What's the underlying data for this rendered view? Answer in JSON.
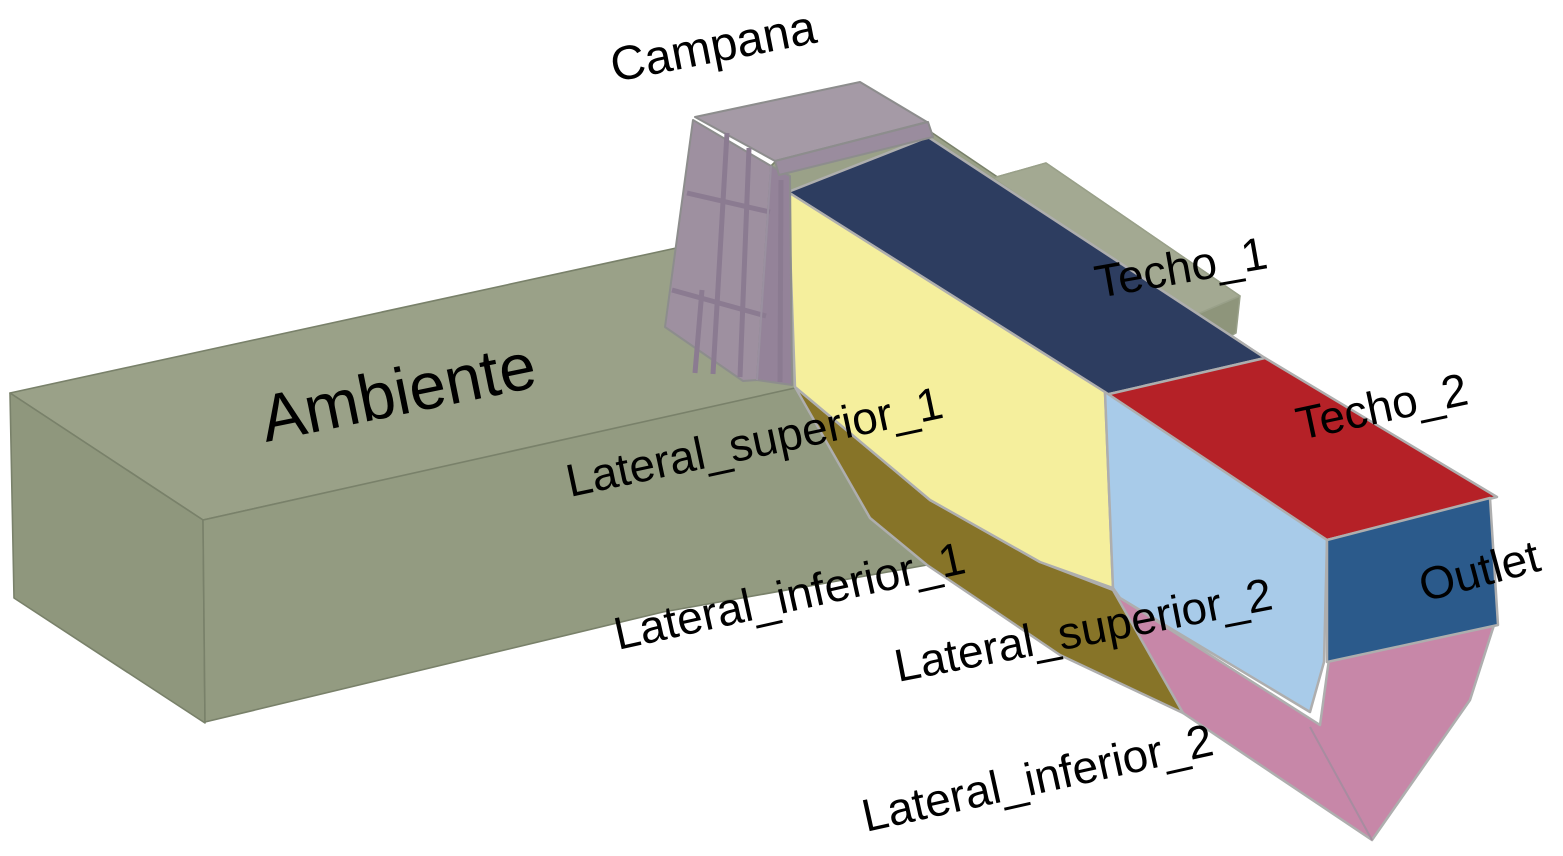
{
  "figure": {
    "kind": "3d-surface-diagram",
    "background": "#ffffff"
  },
  "labels": {
    "campana": "Campana",
    "ambiente": "Ambiente",
    "techo_1": "Techo_1",
    "techo_2": "Techo_2",
    "lateral_superior_1": "Lateral_superior_1",
    "lateral_inferior_1": "Lateral_inferior_1",
    "lateral_superior_2": "Lateral_superior_2",
    "lateral_inferior_2": "Lateral_inferior_2",
    "outlet": "Outlet"
  },
  "colors": {
    "background": "#ffffff",
    "label_text": "#000000",
    "ambiente_top": "#9aa188",
    "ambiente_left": "#8f977d",
    "ambiente_front": "#939b81",
    "ridge_top": "#a3a992",
    "ridge_front": "#8e957b",
    "campana_body": "#9e90a0",
    "campana_body_dark": "#948399",
    "campana_cap": "#a59aa6",
    "campana_rim": "#9a8c9e",
    "campana_rib": "#8b7b91",
    "techo_1": "#2d3d60",
    "techo_2": "#b52127",
    "lateral_superior_1": "#f5ef9d",
    "lateral_inferior_1": "#877428",
    "lateral_superior_2": "#a8cbe9",
    "lateral_inferior_2": "#c787a8",
    "outlet": "#2b5a8b"
  }
}
